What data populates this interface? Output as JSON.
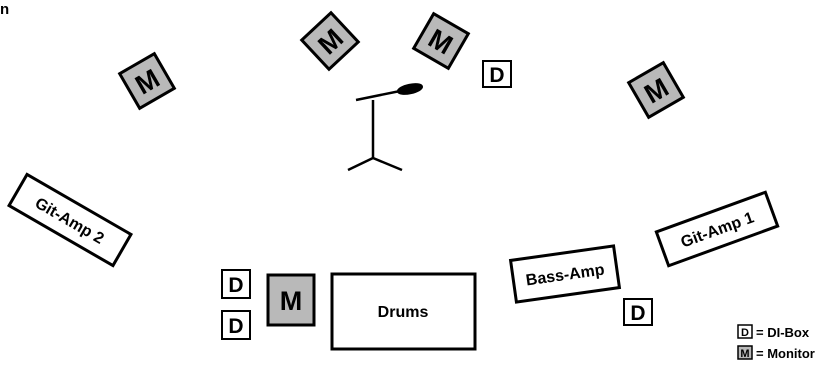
{
  "stage_plot": {
    "top_left_fragment": "n",
    "monitor_letter": "M",
    "di_letter": "D",
    "amps": {
      "git_amp_1": "Git-Amp 1",
      "git_amp_2": "Git-Amp 2",
      "bass_amp": "Bass-Amp"
    },
    "drums": "Drums",
    "legend": {
      "di_symbol": "D",
      "di_text": "= DI-Box",
      "monitor_symbol": "M",
      "monitor_text": "= Monitor"
    },
    "colors": {
      "monitor_fill": "#b9b9b9",
      "outline": "#000000",
      "background": "#ffffff"
    }
  }
}
